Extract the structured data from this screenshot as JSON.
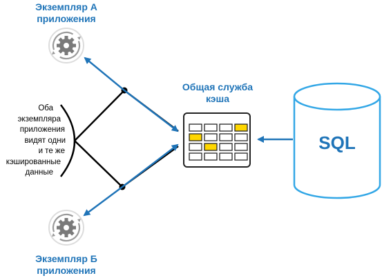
{
  "labels": {
    "instance_a": [
      "Экземпляр А",
      "приложения"
    ],
    "instance_b": [
      "Экземпляр Б",
      "приложения"
    ],
    "cache_service": [
      "Общая служба",
      "кэша"
    ],
    "database": "SQL",
    "note": [
      "Оба",
      "экземпляра",
      "приложения",
      "видят одни",
      "и те же",
      "кэшированные",
      "данные"
    ]
  },
  "icons": {
    "instance_a": "gear-cycle-icon",
    "instance_b": "gear-cycle-icon",
    "cache": "cache-grid-icon",
    "database": "database-cylinder-icon"
  },
  "cache_grid": {
    "rows": 4,
    "cols": 4,
    "highlighted": [
      [
        0,
        3
      ],
      [
        1,
        0
      ],
      [
        2,
        1
      ]
    ]
  },
  "colors": {
    "accent": "#1f74b8",
    "db_stroke": "#33a7e6",
    "highlight": "#ffd700",
    "connector": "#000000",
    "icon_ring": "#e0e0e0",
    "icon_gear": "#7a7a7a"
  }
}
